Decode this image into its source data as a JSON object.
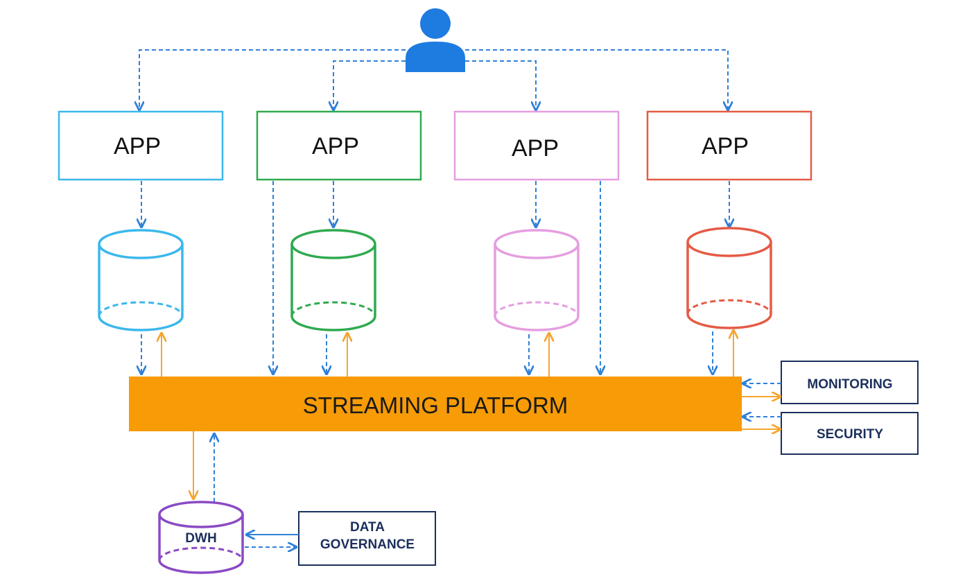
{
  "apps": [
    {
      "label": "APP",
      "color": "#3bb8ec"
    },
    {
      "label": "APP",
      "color": "#2faa4e"
    },
    {
      "label": "APP",
      "color": "#e59ee0"
    },
    {
      "label": "APP",
      "color": "#e55b45"
    }
  ],
  "platform": {
    "label": "STREAMING PLATFORM",
    "color": "#f79b06"
  },
  "side_boxes": {
    "monitoring": {
      "label": "MONITORING",
      "border": "#1b2f5c"
    },
    "security": {
      "label": "SECURITY",
      "border": "#1b2f5c"
    }
  },
  "dwh": {
    "label": "DWH",
    "color": "#8a4ac4"
  },
  "governance": {
    "line1": "DATA",
    "line2": "GOVERNANCE",
    "border": "#1b2f5c"
  },
  "user": {
    "icon": "user-icon",
    "color": "#1e7be0"
  },
  "arrow_colors": {
    "blue": "#2f80d8",
    "orange": "#f5a631"
  }
}
